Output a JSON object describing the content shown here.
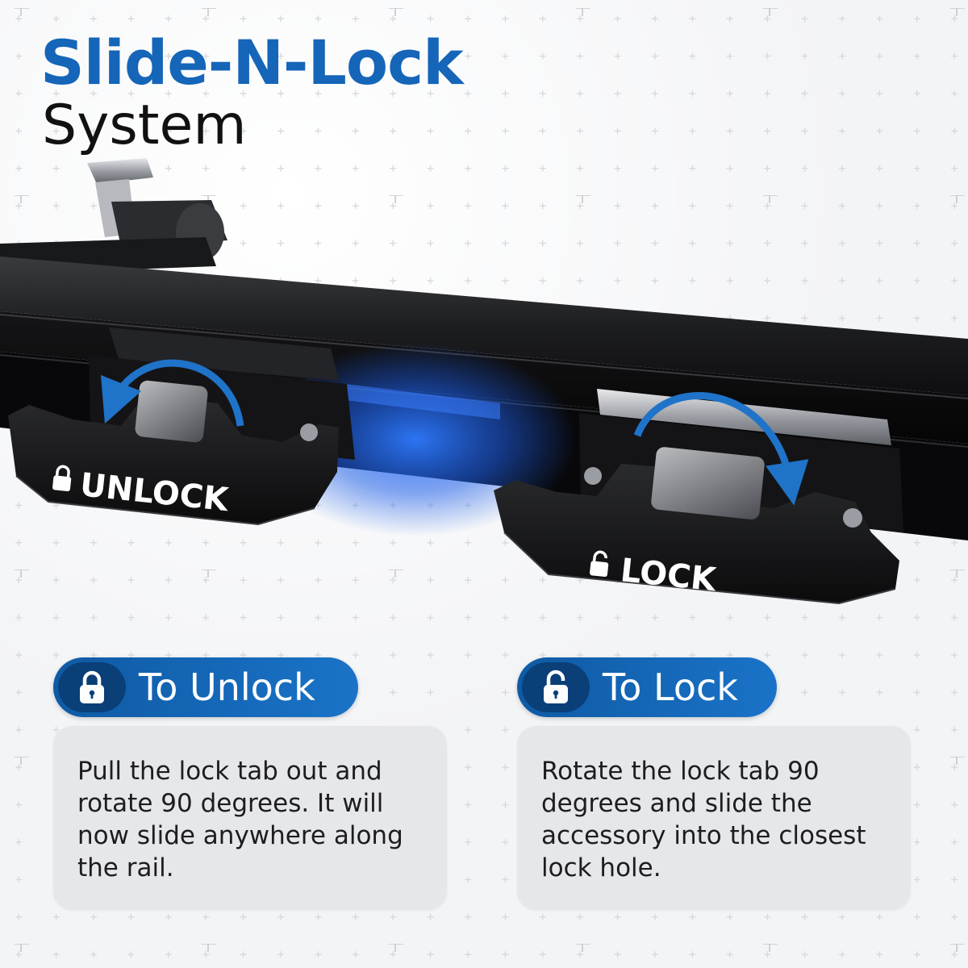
{
  "header": {
    "title": "Slide-N-Lock",
    "subtitle": "System"
  },
  "product_image": {
    "unlock_engraving": "UNLOCK",
    "lock_engraving": "LOCK"
  },
  "instructions": {
    "unlock": {
      "icon": "padlock-closed-icon",
      "heading": "To Unlock",
      "body": "Pull the lock tab out and rotate 90 degrees. It will now slide anywhere along the rail."
    },
    "lock": {
      "icon": "padlock-open-icon",
      "heading": "To Lock",
      "body": "Rotate the lock tab 90 degrees and slide the accessory into the closest lock hole."
    }
  },
  "colors": {
    "brand_blue": "#1565b8",
    "pill_dark": "#0a3f78",
    "card_background": "#e6e7ea",
    "glow_blue": "#1e6cff"
  }
}
